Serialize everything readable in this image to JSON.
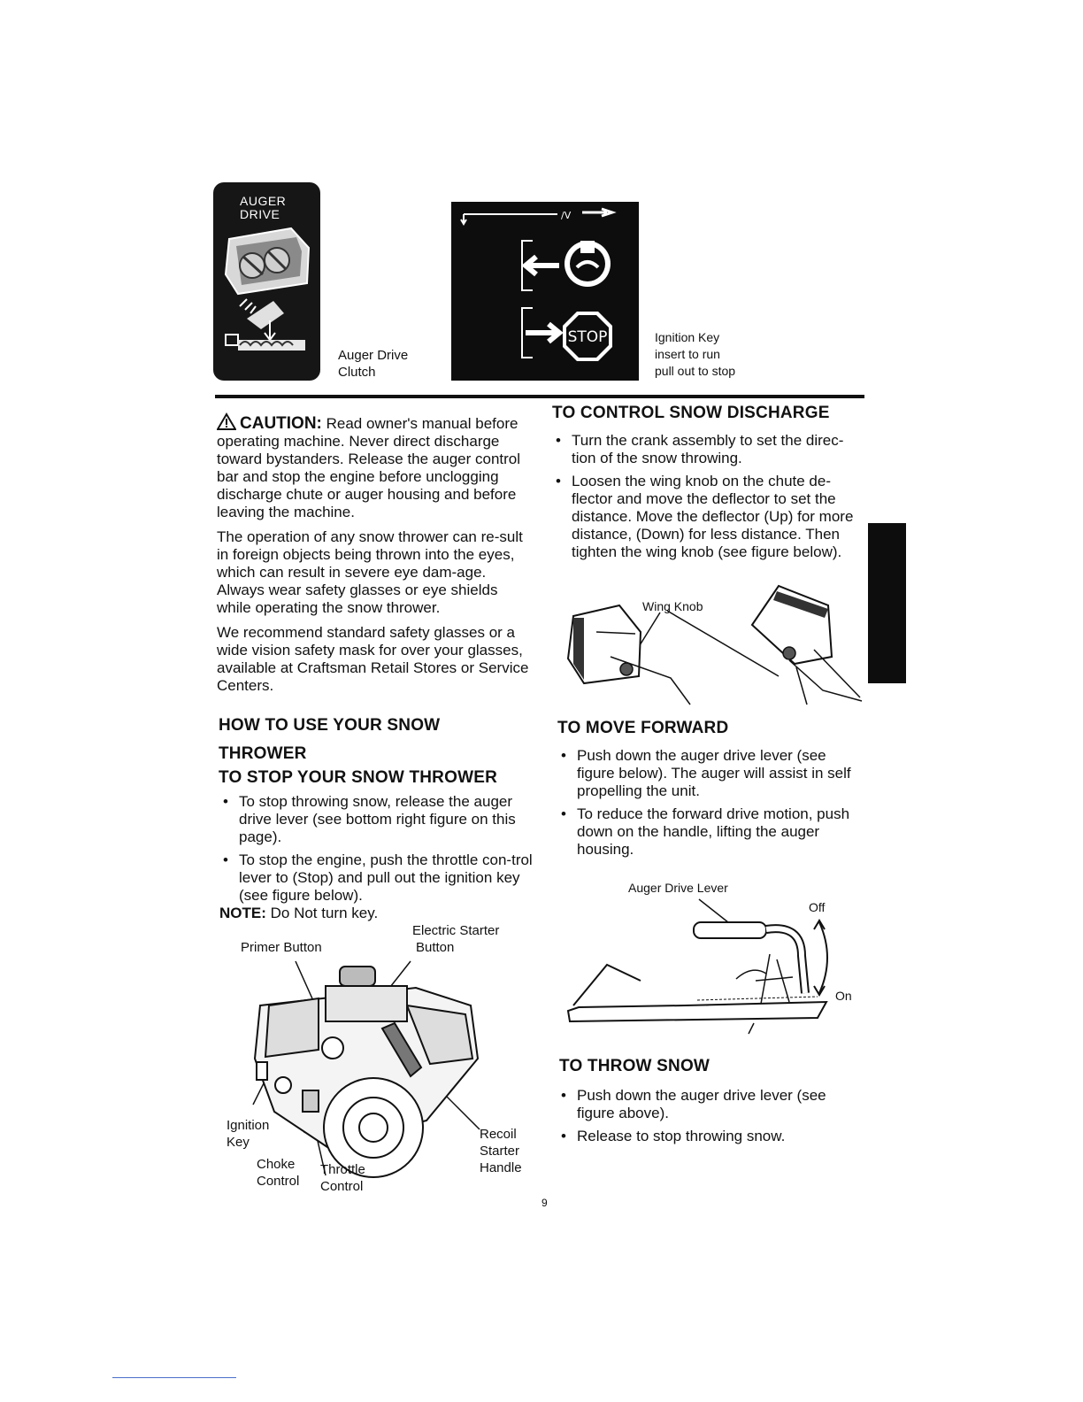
{
  "auger_panel": {
    "title_line1": "AUGER",
    "title_line2": "DRIVE"
  },
  "auger_drive_clutch": {
    "line1": "Auger Drive",
    "line2": "Clutch"
  },
  "ignition_panel": {
    "stop_sign_text": "STOP"
  },
  "ignition_key_caption": {
    "line1": "Ignition Key",
    "line2": "insert to run",
    "line3": "pull out to stop"
  },
  "caution": {
    "label": "CAUTION:",
    "text": "Read owner's manual before operating machine. Never direct discharge toward bystanders. Release the auger control bar and stop the engine before unclogging discharge chute or auger housing and before leaving the machine.",
    "para2": "The operation of any snow thrower can re-sult in foreign objects being thrown into the eyes, which can result in severe eye dam-age. Always wear safety glasses or eye shields while operating the snow thrower.",
    "para3": "We recommend standard safety glasses or a wide vision safety mask for over your glasses, available at Craftsman Retail Stores or Service Centers."
  },
  "how_to_use": {
    "line1": "HOW TO USE YOUR SNOW",
    "line2": "THROWER"
  },
  "stop_section": {
    "heading": "TO STOP YOUR SNOW THROWER",
    "bullets": [
      "To stop throwing snow, release the auger drive lever (see bottom right figure on this page).",
      "To stop the engine, push the throttle con-trol lever to (Stop) and pull out the ignition key (see figure below)."
    ],
    "note_label": "NOTE:",
    "note_text": "Do Not turn key."
  },
  "engine_figure": {
    "electric_starter_line1": "Electric Starter",
    "electric_starter_line2": "Button",
    "primer_button": "Primer Button",
    "ignition_key_line1": "Ignition",
    "ignition_key_line2": "Key",
    "choke_line1": "Choke",
    "choke_line2": "Control",
    "throttle_line1": "Throttle",
    "throttle_line2": "Control",
    "recoil_line1": "Recoil",
    "recoil_line2": "Starter",
    "recoil_line3": "Handle"
  },
  "discharge_section": {
    "heading": "TO CONTROL SNOW DISCHARGE",
    "bullets": [
      "Turn the crank assembly to set the direc-tion of the snow throwing.",
      "Loosen the wing knob on the chute de-flector and move the deflector to set the distance. Move the deflector (Up) for more distance, (Down) for less distance. Then tighten the wing knob (see figure below)."
    ],
    "figure_label": "Wing Knob"
  },
  "forward_section": {
    "heading": "TO MOVE FORWARD",
    "bullets": [
      "Push down the auger drive lever (see figure below). The auger will assist in self propelling the unit.",
      "To reduce the forward drive motion, push down on the handle, lifting the auger housing."
    ],
    "figure_label": "Auger Drive Lever",
    "off_label": "Off",
    "on_label": "On"
  },
  "throw_section": {
    "heading": "TO THROW SNOW",
    "bullets": [
      "Push down the auger drive lever (see figure above).",
      "Release to stop throwing snow."
    ]
  },
  "page_number": "9"
}
